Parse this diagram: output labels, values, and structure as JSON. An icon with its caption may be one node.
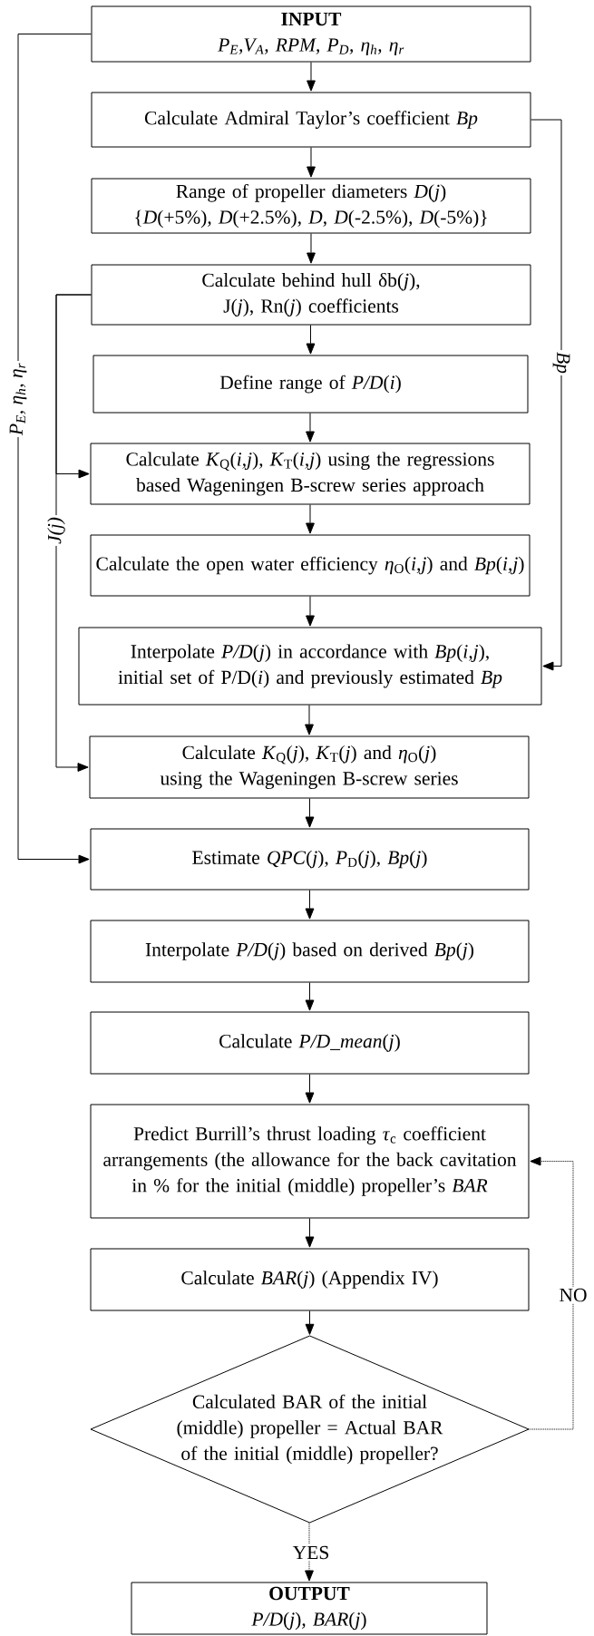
{
  "diagram": {
    "nodes": [
      {
        "text": [
          "INPUT",
          "P$_{E}$,V$_{A}$, RPM, P$_{D}$, η$_{h}$, η$_{r}$"
        ]
      },
      {
        "text": [
          "Calculate Admiral Taylor’s coefficient *Bp*"
        ]
      },
      {
        "text": [
          "Range of propeller diameters *D*(*j*) {*D*(+5%), *D*(+2.5%), *D*, *D*(-2.5%), *D*(-5%)}"
        ]
      },
      {
        "text": [
          "Calculate behind hull δb(*j*), J(*j*), Rn(*j*) coefficients"
        ]
      },
      {
        "text": [
          "Define range of *P/D*(*i*)"
        ]
      },
      {
        "text": [
          "Calculate *K*$_{Q}$(*i,j*), *K*$_{T}$(*i,j*) using the regressions based Wageningen B-screw series approach"
        ]
      },
      {
        "text": [
          "Calculate the open water efficiency *η*$_{O}$(*i,j*) and *Bp*(*i,j*)"
        ]
      },
      {
        "text": [
          "Interpolate *P/D*(*j*) in accordance with *Bp*(*i,j*), initial set of P/D(*i*) and previously estimated *Bp*"
        ]
      },
      {
        "text": [
          "Calculate *K*$_{Q}$(*j*), *K*$_{T}$(*j*) and *η*$_{O}$(*j*) using the Wageningen B-screw series"
        ]
      },
      {
        "text": [
          "Estimate *QPC*(*j*), *P*$_{D}$(*j*), *Bp*(*j*)"
        ]
      },
      {
        "text": [
          "Interpolate *P/D*(*j*) based on derived *Bp*(*j*)"
        ]
      },
      {
        "text": [
          "Calculate *P/D_mean*(*j*)"
        ]
      },
      {
        "text": [
          "Predict Burrill’s thrust loading *τ*$_{c}$ coefficient arrangements (the allowance for the back cavitation in % for the initial (middle) propeller’s *BAR*"
        ]
      },
      {
        "text": [
          "Calculate *BAR*(*j*) (Appendix IV)"
        ]
      },
      {
        "text": [
          "Calculated BAR of the initial (middle) propeller = Actual BAR of the initial (middle) propeller?"
        ]
      },
      {
        "text": [
          "OUTPUT",
          "*P/D*(*j*), *BAR*(*j*)"
        ]
      }
    ],
    "edges": [
      {
        "from": 0,
        "to": 1,
        "arrow": "to"
      },
      {
        "from": 1,
        "to": 2,
        "arrow": "to"
      },
      {
        "from": 2,
        "to": 3,
        "arrow": "to"
      },
      {
        "from": 3,
        "to": 4,
        "arrow": "to"
      },
      {
        "from": 4,
        "to": 5,
        "arrow": "to"
      },
      {
        "from": 5,
        "to": 6,
        "arrow": "to"
      },
      {
        "from": 6,
        "to": 7,
        "arrow": "to"
      },
      {
        "from": 7,
        "to": 8,
        "arrow": "to"
      },
      {
        "from": 8,
        "to": 9,
        "arrow": "to"
      },
      {
        "from": 9,
        "to": 10,
        "arrow": "to"
      },
      {
        "from": 10,
        "to": 11,
        "arrow": "to"
      },
      {
        "from": 11,
        "to": 12,
        "arrow": "to"
      },
      {
        "from": 12,
        "to": 13,
        "arrow": "to"
      },
      {
        "from": 13,
        "to": 14,
        "arrow": "to"
      },
      {
        "from": 14,
        "to": 15,
        "arrow": "to",
        "label": "YES",
        "style": "dashed"
      },
      {
        "from": 14,
        "to": 12,
        "arrow": "to",
        "label": "NO",
        "style": "dashed"
      },
      {
        "from": 0,
        "to": 9,
        "arrow": "to",
        "label": "P$_{E}$, η$_{h}$, η$_{r}$"
      },
      {
        "from": 3,
        "to": 5,
        "arrow": "to"
      },
      {
        "from": 3,
        "to": 8,
        "arrow": "to",
        "label": "J(j)"
      },
      {
        "from": 1,
        "to": 7,
        "arrow": "to",
        "label": "Bp"
      }
    ]
  }
}
